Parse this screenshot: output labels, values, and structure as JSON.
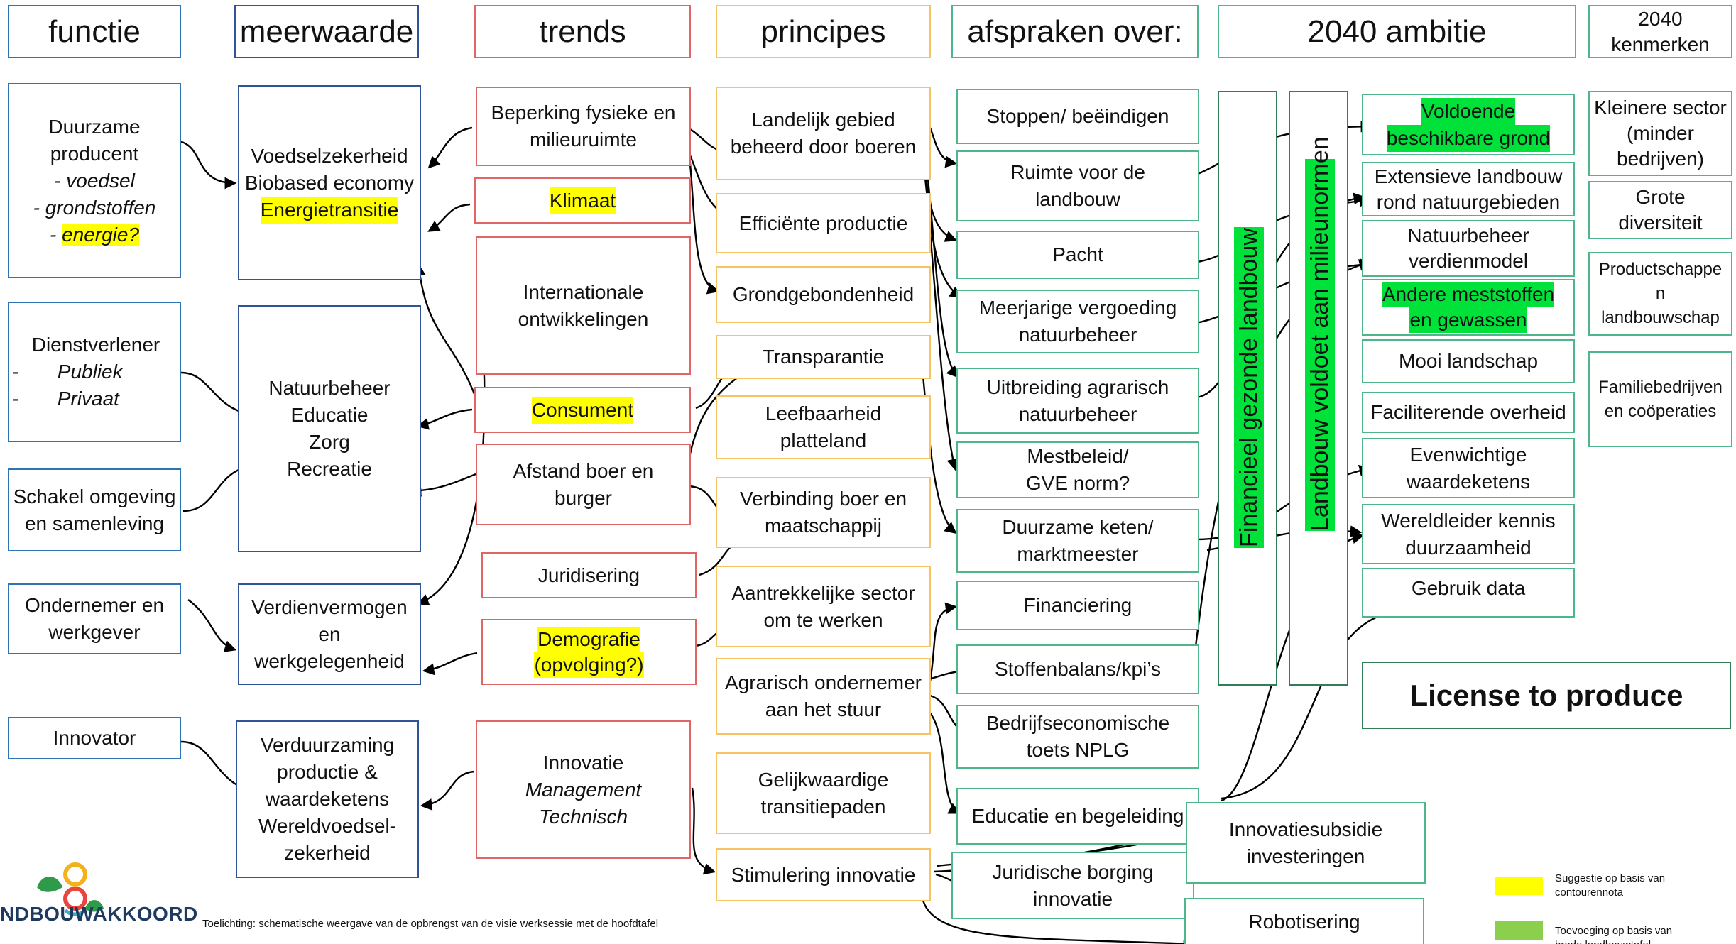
{
  "headers": {
    "functie": "functie",
    "meerwaarde": "meerwaarde",
    "trends": "trends",
    "principes": "principes",
    "afspraken": "afspraken over:",
    "ambitie": "2040 ambitie",
    "kenmerken_1": "2040",
    "kenmerken_2": "kenmerken"
  },
  "functie": {
    "duurzame_1": "Duurzame",
    "duurzame_2": "producent",
    "duurzame_3": "- voedsel",
    "duurzame_4": "- grondstoffen",
    "duurzame_5a": "- ",
    "duurzame_5b": "energie?",
    "dienst_1": "Dienstverlener",
    "dienst_2": "Publiek",
    "dienst_3": "Privaat",
    "schakel_1": "Schakel omgeving",
    "schakel_2": "en samenleving",
    "ondernemer_1": "Ondernemer en",
    "ondernemer_2": "werkgever",
    "innovator": "Innovator"
  },
  "meerwaarde": {
    "voedsel_1": "Voedselzekerheid",
    "voedsel_2": "Biobased economy",
    "voedsel_3": "Energietransitie",
    "natuur_1": "Natuurbeheer",
    "natuur_2": "Educatie",
    "natuur_3": "Zorg",
    "natuur_4": "Recreatie",
    "verdien_1": "Verdienvermogen",
    "verdien_2": "en",
    "verdien_3": "werkgelegenheid",
    "verduurz_1": "Verduurzaming",
    "verduurz_2": "productie &",
    "verduurz_3": "waardeketens",
    "verduurz_4": "Wereldvoedsel-",
    "verduurz_5": "zekerheid"
  },
  "trends": {
    "beperking_1": "Beperking fysieke en",
    "beperking_2": "milieuruimte",
    "klimaat": "Klimaat",
    "internationaal_1": "Internationale",
    "internationaal_2": "ontwikkelingen",
    "consument": "Consument",
    "afstand_1": "Afstand boer en",
    "afstand_2": "burger",
    "juridisering": "Juridisering",
    "demografie_1": "Demografie",
    "demografie_2": "(opvolging?)",
    "innovatie_1": "Innovatie",
    "innovatie_2": "Management",
    "innovatie_3": "Technisch"
  },
  "principes": {
    "landelijk_1": "Landelijk gebied",
    "landelijk_2": "beheerd door boeren",
    "efficient": "Efficiënte productie",
    "grond": "Grondgebondenheid",
    "transparantie": "Transparantie",
    "leefbaar_1": "Leefbaarheid",
    "leefbaar_2": "platteland",
    "verbinding_1": "Verbinding boer en",
    "verbinding_2": "maatschappij",
    "aantrek_1": "Aantrekkelijke sector",
    "aantrek_2": "om te werken",
    "agrarisch_1": "Agrarisch ondernemer",
    "agrarisch_2": "aan het stuur",
    "gelijk_1": "Gelijkwaardige",
    "gelijk_2": "transitiepaden",
    "stimulering": "Stimulering innovatie"
  },
  "afspraken": {
    "stoppen": "Stoppen/ beëindigen",
    "ruimte_1": "Ruimte voor de",
    "ruimte_2": "landbouw",
    "pacht": "Pacht",
    "meerjarig_1": "Meerjarige vergoeding",
    "meerjarig_2": "natuurbeheer",
    "uitbreiding_1": "Uitbreiding agrarisch",
    "uitbreiding_2": "natuurbeheer",
    "mest_1": "Mestbeleid/",
    "mest_2": "GVE norm?",
    "keten_1": "Duurzame keten/",
    "keten_2": "marktmeester",
    "financiering": "Financiering",
    "stoffen": "Stoffenbalans/kpi’s",
    "bedrijf_1": "Bedrijfseconomische",
    "bedrijf_2": "toets NPLG",
    "educatie": "Educatie en begeleiding",
    "borging_1": "Juridische borging",
    "borging_2": "innovatie",
    "subsidie_1": "Innovatiesubsidie",
    "subsidie_2": "investeringen",
    "robot": "Robotisering"
  },
  "ambitie": {
    "financieel": "Financieel gezonde landbouw",
    "milieu": "Landbouw voldoet aan milieunormen",
    "grond_1": "Voldoende",
    "grond_2": "beschikbare grond",
    "extensief_1": "Extensieve landbouw",
    "extensief_2": "rond natuurgebieden",
    "natuurbeheer_1": "Natuurbeheer",
    "natuurbeheer_2": "verdienmodel",
    "mest_1": "Andere meststoffen",
    "mest_2": "en gewassen",
    "landschap": "Mooi landschap",
    "overheid": "Faciliterende overheid",
    "waarde_1": "Evenwichtige",
    "waarde_2": "waardeketens",
    "kennis_1": "Wereldleider kennis",
    "kennis_2": "duurzaamheid",
    "data": "Gebruik data",
    "license": "License to produce"
  },
  "kenmerken": {
    "kleiner_1": "Kleinere sector",
    "kleiner_2": "(minder",
    "kleiner_3": "bedrijven)",
    "diversiteit_1": "Grote",
    "diversiteit_2": "diversiteit",
    "product_1": "Productschappe",
    "product_2": "n",
    "product_3": "landbouwschap",
    "familie_1": "Familiebedrijven",
    "familie_2": "en coöperaties"
  },
  "footer": {
    "logo_text": "NDBOUWAKKOORD",
    "toelichting": "Toelichting: schematische weergave van de opbrengst van de visie werksessie met de hoofdtafel"
  },
  "legend": {
    "yellow_1": "Suggestie op basis van",
    "yellow_2": "contourennota",
    "green_1": "Toevoeging op basis van",
    "green_2": "brede landbouwtafel"
  },
  "colors": {
    "functie_border": "#2e74b5",
    "trends_border": "#e06666",
    "principes_border": "#f6c465",
    "afspraken_border": "#4fb58b",
    "highlight_yellow": "#ffff00",
    "highlight_green": "#00e13a",
    "legend_green": "#8ccf4d"
  }
}
